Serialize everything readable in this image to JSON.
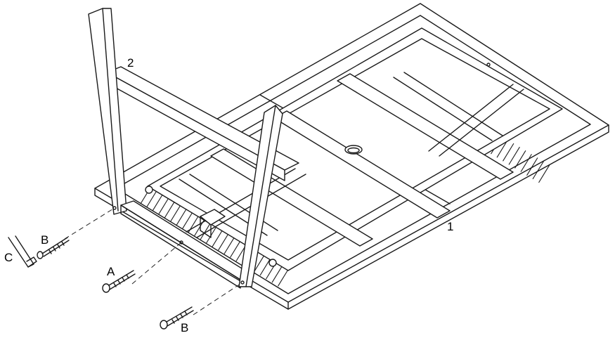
{
  "labels": {
    "part_1": "1",
    "part_2": "2",
    "hw_a": "A",
    "hw_b_upper": "B",
    "hw_b_lower": "B",
    "hw_c": "C"
  },
  "colors": {
    "line": "#1a1a1a",
    "background": "#ffffff"
  }
}
